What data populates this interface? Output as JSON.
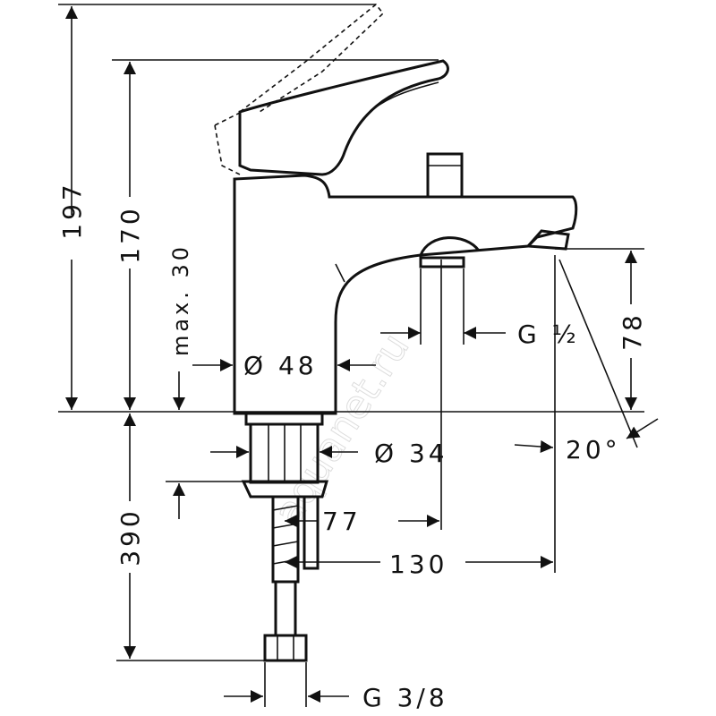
{
  "dimensions": {
    "total_height": "197",
    "height_to_spout": "170",
    "max_deck": "max. 30",
    "body_diameter": "Ø 48",
    "connection_width": "G ½",
    "spout_height": "78",
    "shank_diameter": "Ø 34",
    "angle": "20°",
    "diverter_distance": "77",
    "spout_projection": "130",
    "shank_length": "390",
    "hose_connection": "G 3/8"
  },
  "watermark": "aquanet.ru"
}
